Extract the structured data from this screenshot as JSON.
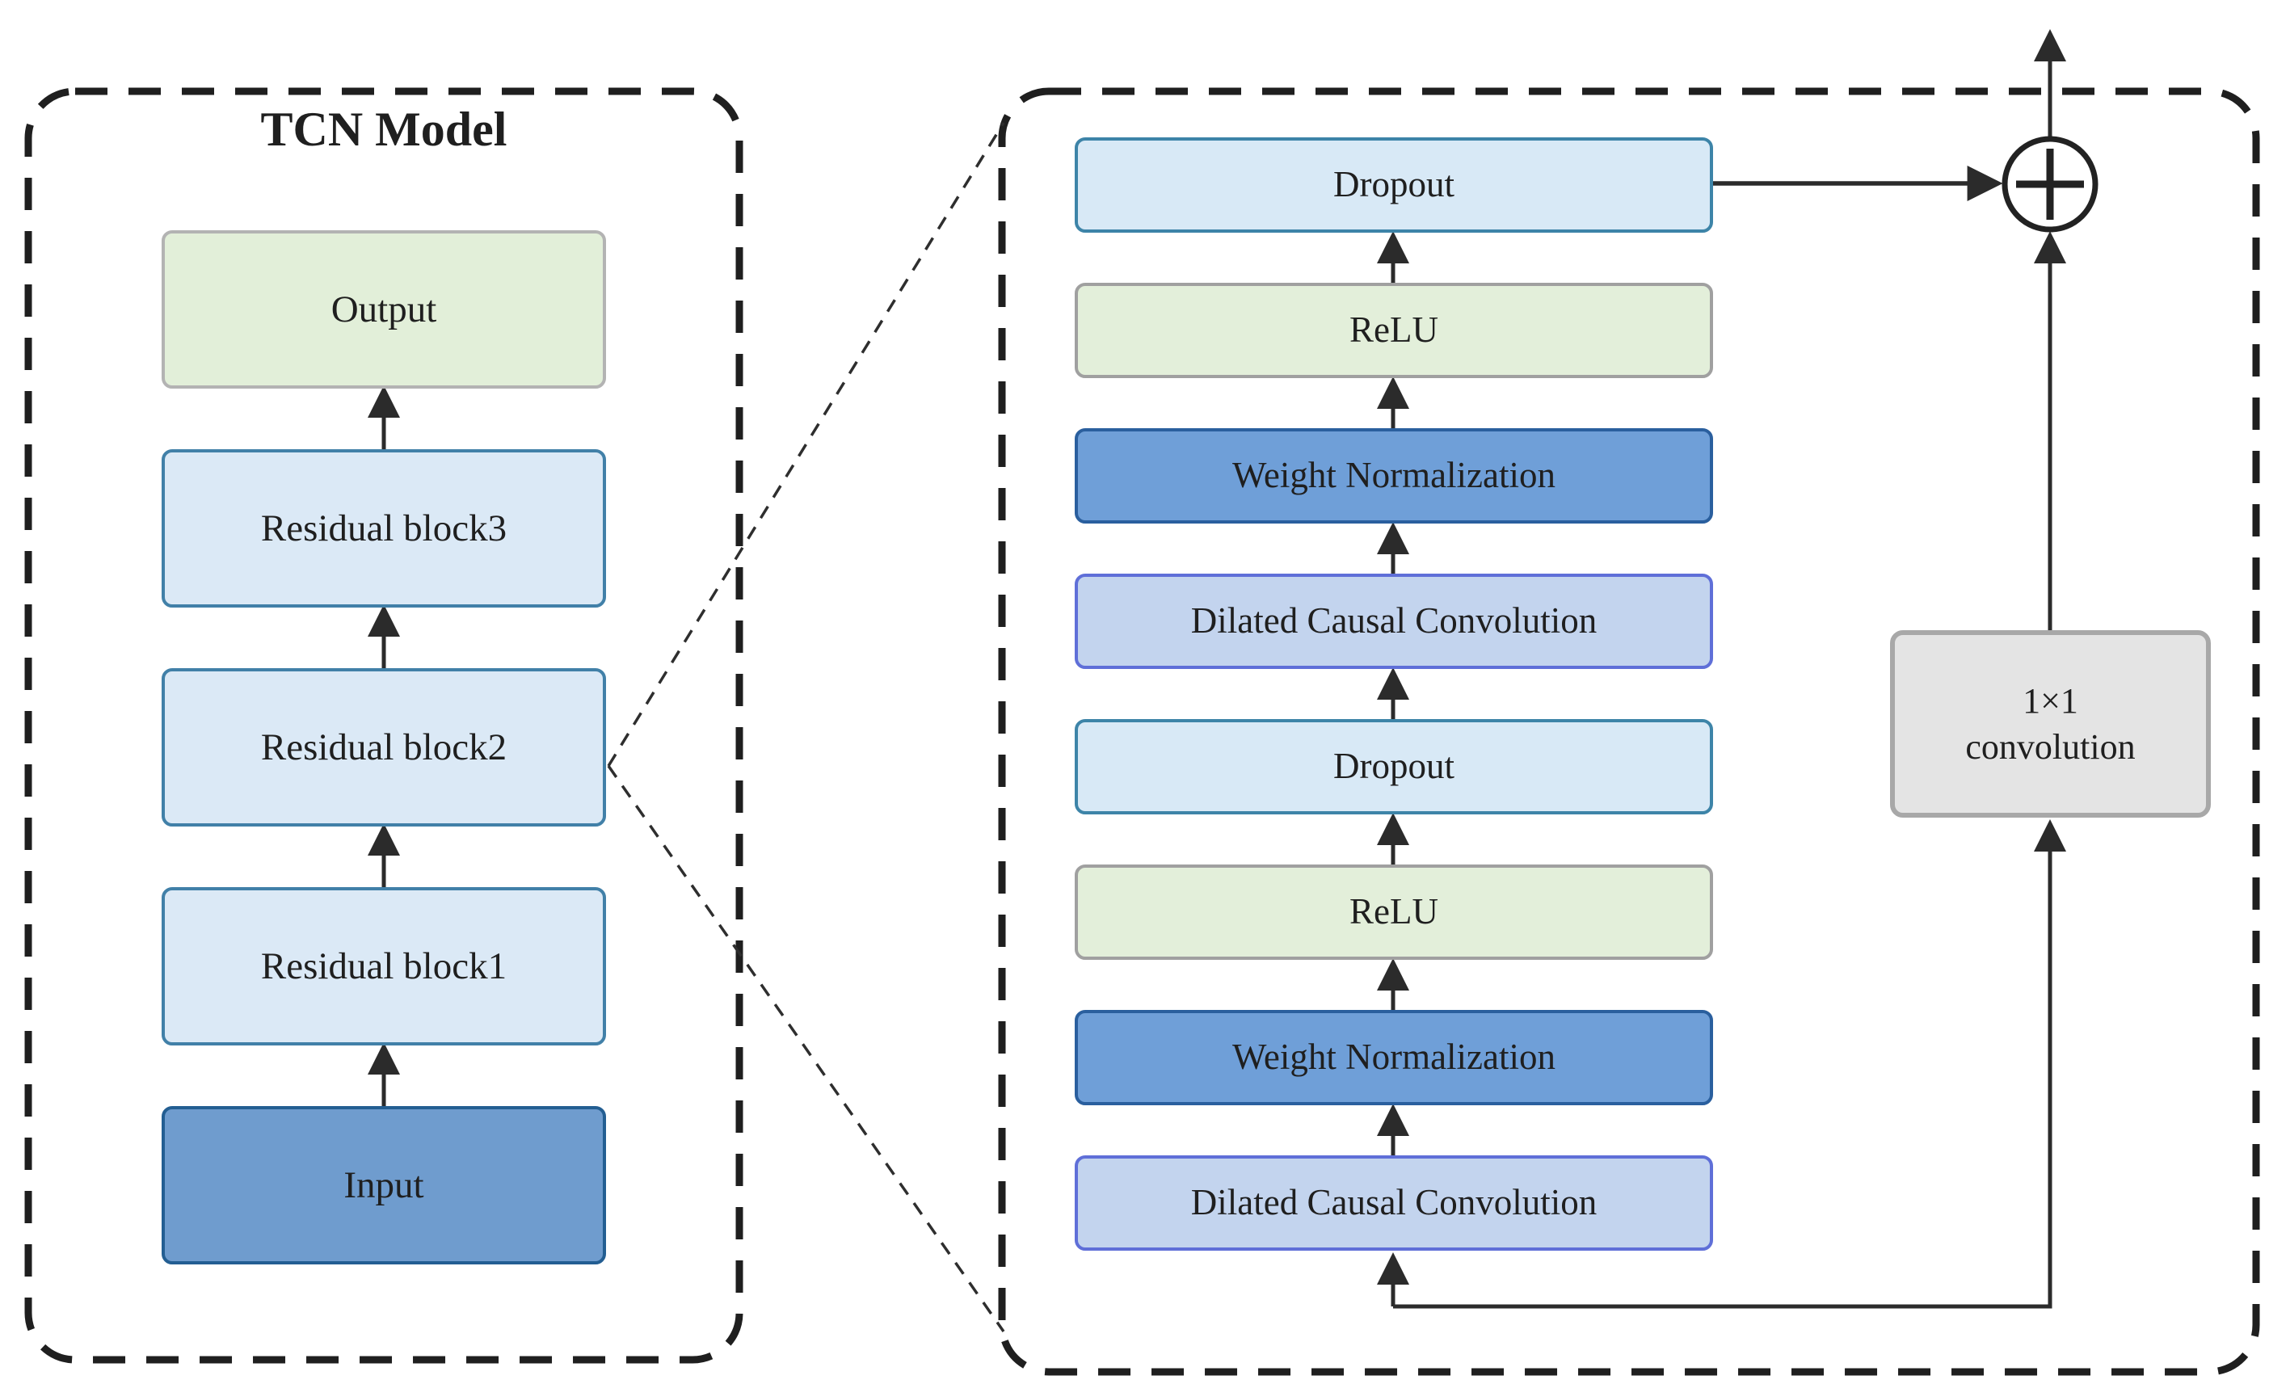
{
  "diagram": {
    "left_panel": {
      "title": "TCN Model",
      "blocks": [
        {
          "label": "Output"
        },
        {
          "label": "Residual block3"
        },
        {
          "label": "Residual block2"
        },
        {
          "label": "Residual block1"
        },
        {
          "label": "Input"
        }
      ]
    },
    "right_panel": {
      "blocks": [
        {
          "label": "Dropout"
        },
        {
          "label": "ReLU"
        },
        {
          "label": "Weight Normalization"
        },
        {
          "label": "Dilated Causal Convolution"
        },
        {
          "label": "Dropout"
        },
        {
          "label": "ReLU"
        },
        {
          "label": "Weight Normalization"
        },
        {
          "label": "Dilated Causal Convolution"
        }
      ],
      "conv_block": {
        "line1": "1×1",
        "line2": "convolution"
      },
      "sum_symbol": "+"
    },
    "colors": {
      "residual_fill": "#dbe9f6",
      "residual_border": "#4180a8",
      "input_fill": "#6f9cce",
      "input_border": "#235e92",
      "output_fill": "#e2efd9",
      "output_border": "#b3b3b3",
      "dropout_fill": "#d8e9f6",
      "dropout_border": "#3d84a8",
      "relu_fill": "#e3efda",
      "relu_border": "#a0a0a0",
      "weight_norm_fill": "#6f9fd8",
      "weight_norm_border": "#2a5f9e",
      "dilated_conv_fill": "#c3d4ee",
      "dilated_conv_border": "#5f6fd8",
      "conv1x1_fill": "#e4e4e4",
      "conv1x1_border": "#a8a8a8",
      "wire_color": "#2b2b2b",
      "panel_border_color": "#1f1f1f"
    }
  }
}
